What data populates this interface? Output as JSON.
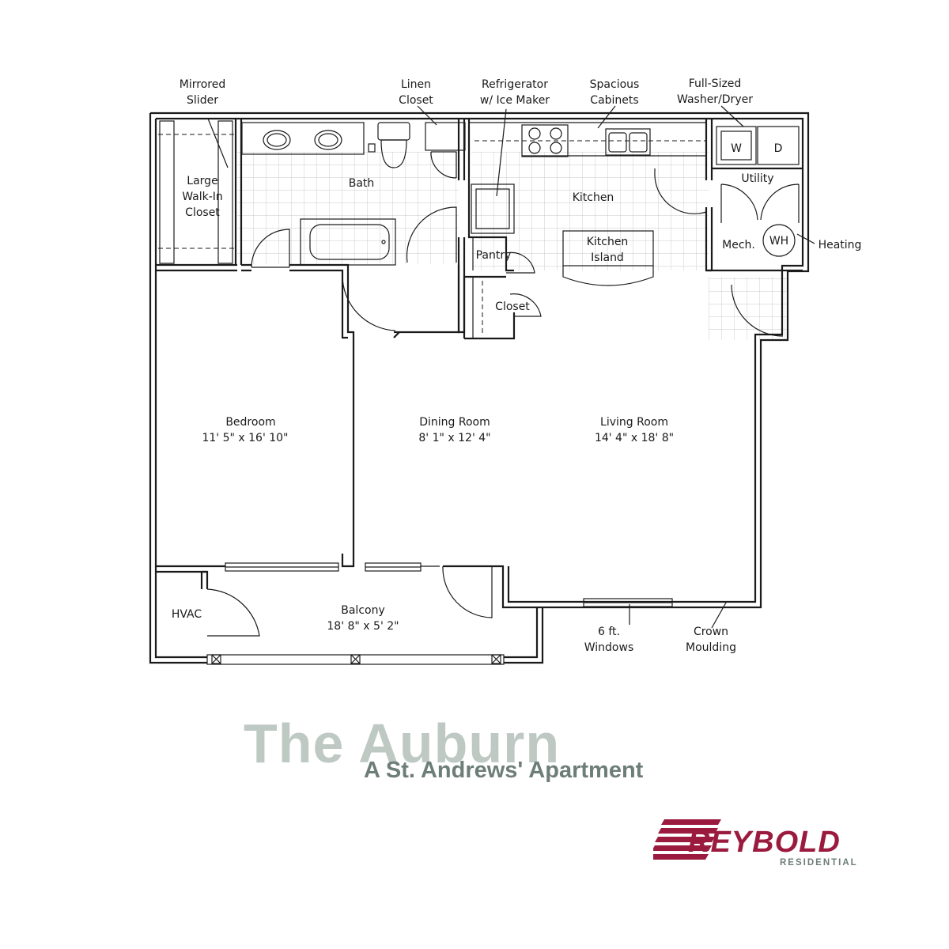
{
  "plan_labels": {
    "mirrored_slider": [
      "Mirrored",
      "Slider"
    ],
    "linen_closet": [
      "Linen",
      "Closet"
    ],
    "refrigerator": [
      "Refrigerator",
      "w/ Ice Maker"
    ],
    "spacious_cabinets": [
      "Spacious",
      "Cabinets"
    ],
    "washer_dryer": [
      "Full-Sized",
      "Washer/Dryer"
    ],
    "walk_in_closet": [
      "Large",
      "Walk-In",
      "Closet"
    ],
    "bath": "Bath",
    "kitchen": "Kitchen",
    "utility": "Utility",
    "washer_mark": "W",
    "dryer_mark": "D",
    "mech": "Mech.",
    "water_heater": "WH",
    "heating": "Heating",
    "pantry": "Pantry",
    "kitchen_island": [
      "Kitchen",
      "Island"
    ],
    "closet": "Closet",
    "bedroom": {
      "name": "Bedroom",
      "size": "11' 5\" x 16' 10\""
    },
    "dining_room": {
      "name": "Dining Room",
      "size": "8' 1\" x 12' 4\""
    },
    "living_room": {
      "name": "Living Room",
      "size": "14' 4\" x 18' 8\""
    },
    "hvac": "HVAC",
    "balcony": {
      "name": "Balcony",
      "size": "18' 8\" x 5' 2\""
    },
    "windows": [
      "6 ft.",
      "Windows"
    ],
    "crown_moulding": [
      "Crown",
      "Moulding"
    ]
  },
  "title": "The Auburn",
  "subtitle": "A St. Andrews' Apartment",
  "logo": {
    "word": "REYBOLD",
    "sub": "RESIDENTIAL",
    "color": "#9b1b3f"
  }
}
